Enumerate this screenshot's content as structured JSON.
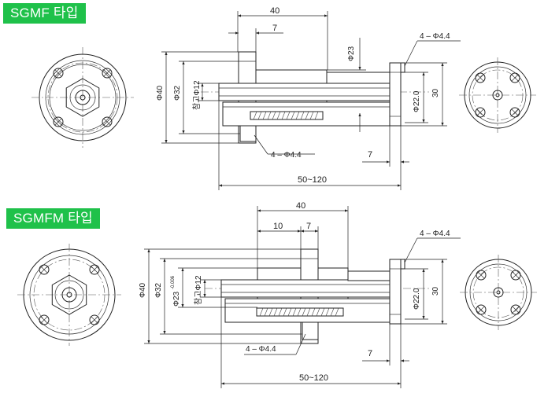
{
  "sections": [
    {
      "title": "SGMF 타입",
      "dims": {
        "len_total": "40",
        "flange_w": "7",
        "bore_od": "Φ23",
        "holes_right": "4 – Φ4.4",
        "holes_left": "4 – Φ4.4",
        "dia_40": "Φ40",
        "dia_32": "Φ32",
        "ref_dia": "참고Φ12",
        "dia_22": "Φ22.0",
        "h_30": "30",
        "gap_7": "7",
        "stroke": "50~120"
      }
    },
    {
      "title": "SGMFM 타입",
      "dims": {
        "len_total": "40",
        "len_10": "10",
        "flange_w": "7",
        "holes_right": "4 – Φ4.4",
        "holes_left": "4 – Φ4.4",
        "dia_40": "Φ40",
        "dia_32": "Φ32",
        "dia_23": "Φ23",
        "tol": "-0.006",
        "ref_dia": "참고Φ12",
        "dia_22": "Φ22.0",
        "h_30": "30",
        "gap_7": "7",
        "stroke": "50~120"
      }
    }
  ]
}
